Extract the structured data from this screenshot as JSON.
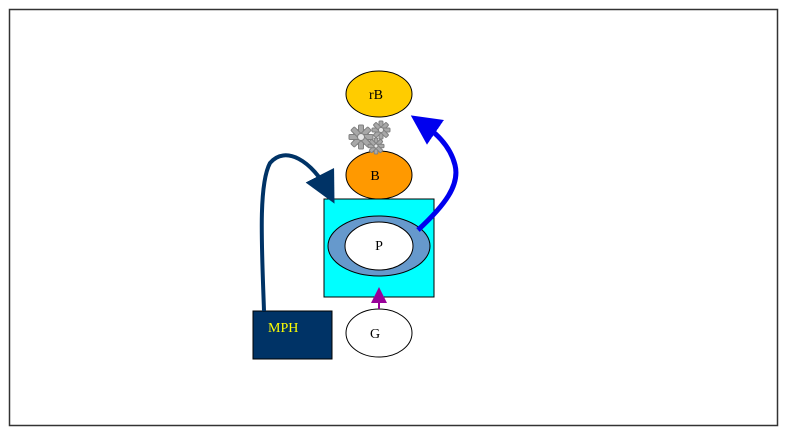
{
  "nodes": {
    "rb": {
      "label": "rB",
      "fill": "#FFCC00"
    },
    "b": {
      "label": "B",
      "fill": "#FF9900"
    },
    "p": {
      "label": "P",
      "fill": "#FFFFFF",
      "ring_fill": "#6699CC"
    },
    "g": {
      "label": "G",
      "fill": "#FFFFFF"
    },
    "mph": {
      "label": "MPH",
      "fill": "#003366",
      "text_color": "#FFFF00"
    },
    "container": {
      "fill": "#00FFFF"
    }
  },
  "icons": {
    "gears": "gears-icon"
  },
  "edges": [
    {
      "from": "mph",
      "to": "container",
      "color": "#003366"
    },
    {
      "from": "p",
      "to": "rb",
      "color": "#0000EE"
    },
    {
      "from": "g",
      "to": "container",
      "color": "#990099"
    }
  ]
}
